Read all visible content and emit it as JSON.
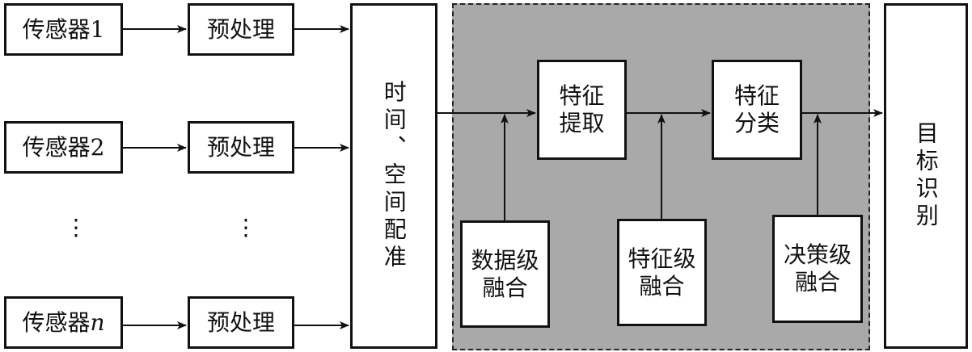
{
  "sensors": [
    {
      "text": "传感器1"
    },
    {
      "text": "传感器2"
    },
    {
      "text": "传感器",
      "suffix_italic": "n"
    }
  ],
  "preprocess": [
    "预处理",
    "预处理",
    "预处理"
  ],
  "ellipsis": "⋮",
  "registration": "时间、空间配准",
  "feature_extract": [
    "特征",
    "提取"
  ],
  "feature_classify": [
    "特征",
    "分类"
  ],
  "data_fusion": [
    "数据级",
    "融合"
  ],
  "feature_fusion": [
    "特征级",
    "融合"
  ],
  "decision_fusion": [
    "决策级",
    "融合"
  ],
  "target": "目标识别",
  "colors": {
    "line": "#111111",
    "panel": "#a9a9a9"
  }
}
